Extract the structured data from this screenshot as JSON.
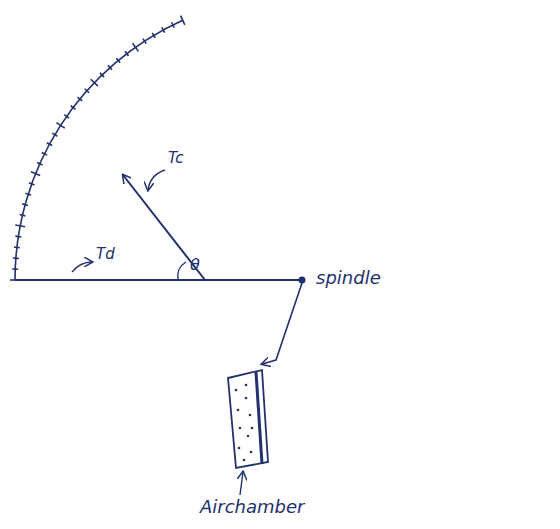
{
  "diagram": {
    "labels": [
      "Td",
      "Tc",
      "θ",
      "spindle",
      "Airchamber"
    ]
  }
}
